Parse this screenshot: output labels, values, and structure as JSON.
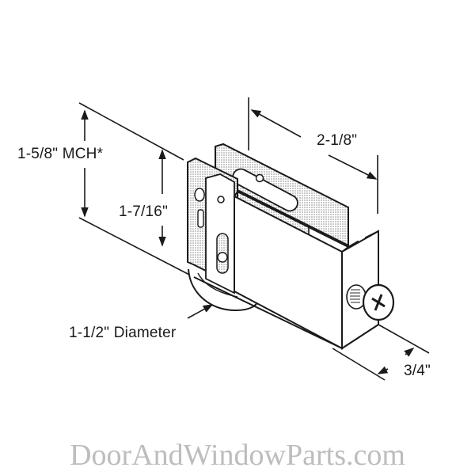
{
  "diagram": {
    "subject": "Sliding door roller assembly",
    "labels": {
      "mch_height": "1-5/8\" MCH*",
      "bracket_height": "1-7/16\"",
      "length": "2-1/8\"",
      "wheel_diameter": "1-1/2\" Diameter",
      "width": "3/4\""
    },
    "watermark": "DoorAndWindowParts.com",
    "colors": {
      "line": "#1a1a1a",
      "hatch": "#9a9a9a",
      "watermark": "#bdbdbd",
      "background": "#ffffff"
    },
    "icons": {
      "screw": "phillips-screw-icon",
      "wheel": "roller-wheel-icon"
    }
  }
}
